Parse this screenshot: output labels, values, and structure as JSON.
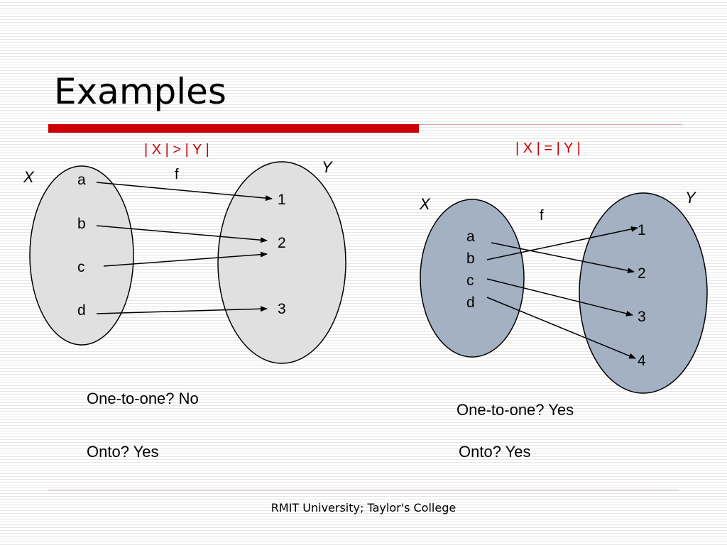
{
  "slide": {
    "title": "Examples",
    "footer": "RMIT University; Taylor's College"
  },
  "left": {
    "heading": "| X | > | Y |",
    "domain_label": "X",
    "codomain_label": "Y",
    "function_label": "f",
    "domain": [
      "a",
      "b",
      "c",
      "d"
    ],
    "codomain": [
      "1",
      "2",
      "3"
    ],
    "mapping": [
      [
        "a",
        "1"
      ],
      [
        "b",
        "2"
      ],
      [
        "c",
        "2"
      ],
      [
        "d",
        "3"
      ]
    ],
    "domain_fill": "#e0e0e0",
    "codomain_fill": "#e0e0e0",
    "one_to_one": "One-to-one? No",
    "onto": "Onto? Yes"
  },
  "right": {
    "heading": "| X | = | Y |",
    "domain_label": "X",
    "codomain_label": "Y",
    "function_label": "f",
    "domain": [
      "a",
      "b",
      "c",
      "d"
    ],
    "codomain": [
      "1",
      "2",
      "3",
      "4"
    ],
    "mapping": [
      [
        "a",
        "2"
      ],
      [
        "b",
        "1"
      ],
      [
        "c",
        "3"
      ],
      [
        "d",
        "4"
      ]
    ],
    "domain_fill": "#a3b1c2",
    "codomain_fill": "#a3b1c2",
    "one_to_one": "One-to-one? Yes",
    "onto": "Onto? Yes"
  }
}
